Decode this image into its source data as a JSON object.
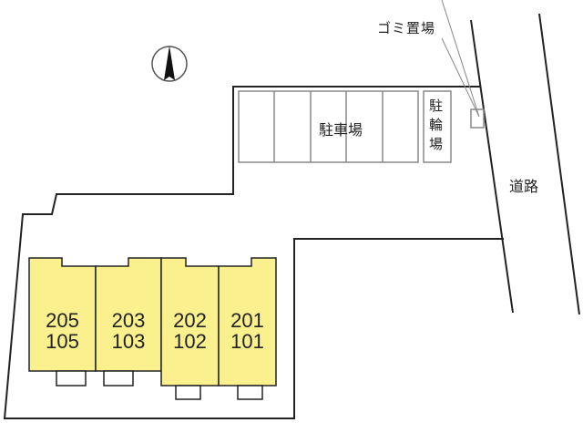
{
  "map": {
    "north_icon": "north-arrow-icon",
    "labels": {
      "garbage": "ゴミ置場",
      "parking": "駐車場",
      "bicycle_parking": [
        "駐",
        "輪",
        "場"
      ],
      "road": "道路"
    },
    "parking_spaces": 5,
    "units": [
      {
        "upper": "205",
        "lower": "105"
      },
      {
        "upper": "203",
        "lower": "103"
      },
      {
        "upper": "202",
        "lower": "102"
      },
      {
        "upper": "201",
        "lower": "101"
      }
    ],
    "colors": {
      "building_fill": "#FAF08E",
      "outline": "#222222",
      "parking_line": "#888888"
    }
  }
}
